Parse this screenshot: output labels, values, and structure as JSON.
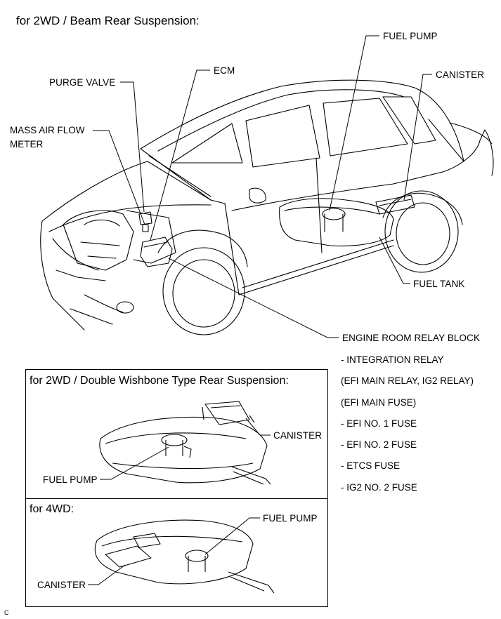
{
  "main_title": "for 2WD / Beam Rear Suspension:",
  "labels": {
    "fuel_pump": "FUEL PUMP",
    "canister": "CANISTER",
    "ecm": "ECM",
    "purge_valve": "PURGE VALVE",
    "mass_air_flow_meter": "MASS AIR FLOW\nMETER",
    "fuel_tank": "FUEL TANK",
    "engine_room_relay_block": "ENGINE ROOM RELAY BLOCK"
  },
  "relay_block_contents": [
    "- INTEGRATION RELAY",
    "(EFI MAIN RELAY, IG2 RELAY)",
    "(EFI MAIN FUSE)",
    "- EFI NO. 1 FUSE",
    "- EFI NO. 2 FUSE",
    "- ETCS FUSE",
    "- IG2 NO. 2 FUSE"
  ],
  "inset_double_wishbone": {
    "title": "for 2WD / Double Wishbone Type Rear Suspension:",
    "canister": "CANISTER",
    "fuel_pump": "FUEL PUMP"
  },
  "inset_4wd": {
    "title": "for 4WD:",
    "fuel_pump": "FUEL PUMP",
    "canister": "CANISTER"
  },
  "corner_mark": "C"
}
